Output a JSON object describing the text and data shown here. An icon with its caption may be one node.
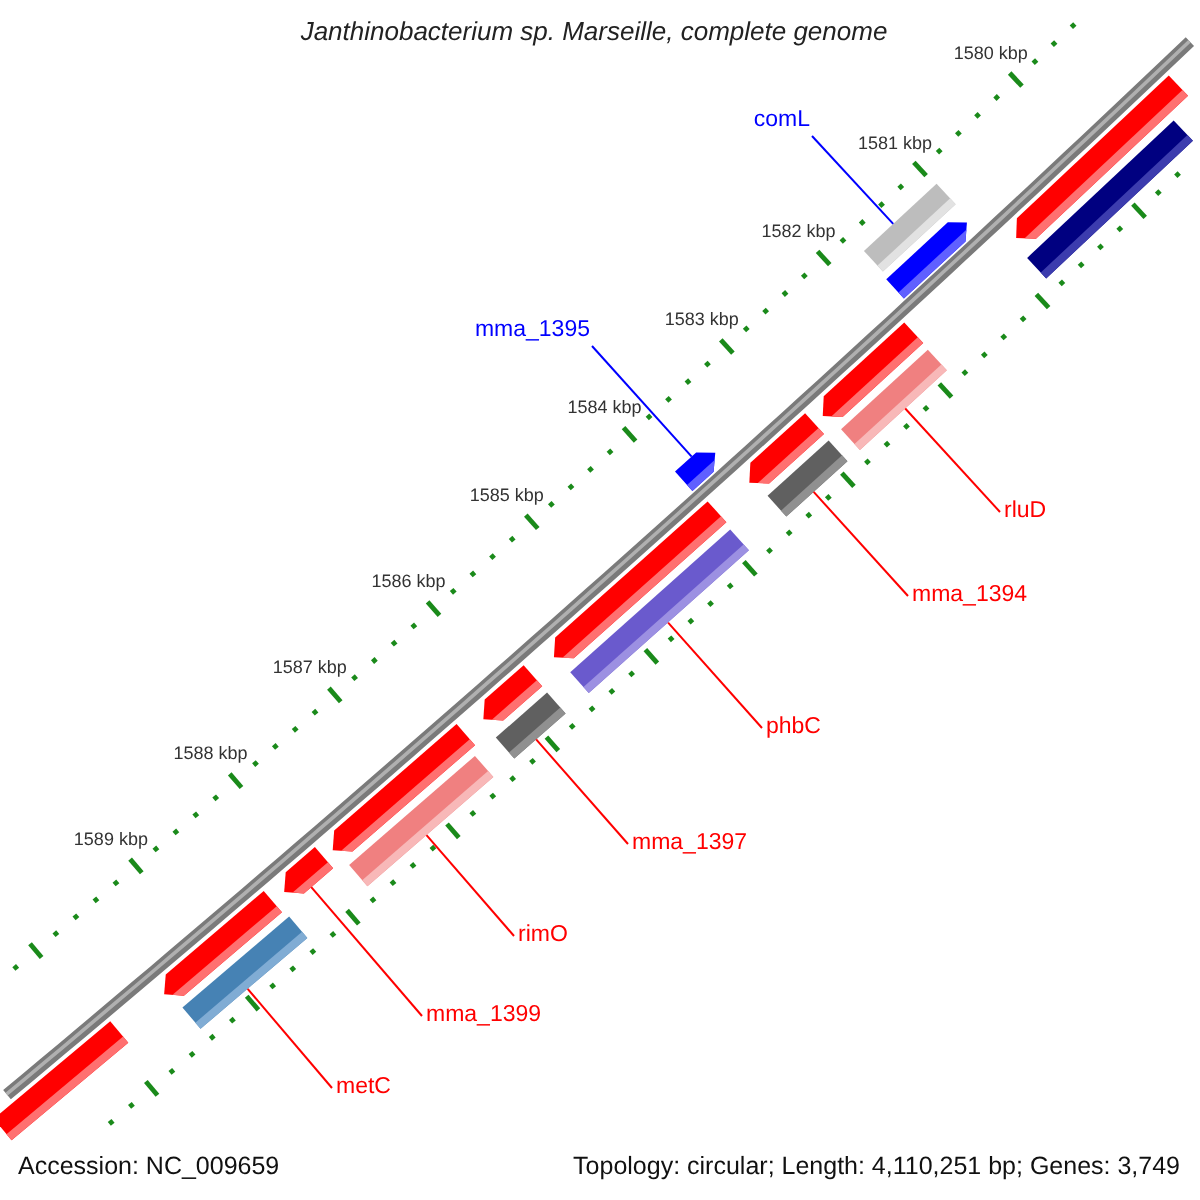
{
  "diagram": {
    "title": "Janthinobacterium sp. Marseille, complete genome",
    "nodes": [
      {
        "text": [
          "comL"
        ]
      },
      {
        "text": [],
        "shape": "bar"
      },
      {
        "text": [],
        "shape": "bar"
      },
      {
        "text": [],
        "shape": "bar"
      },
      {
        "text": [],
        "shape": "bar"
      },
      {
        "text": [
          "mma_1395"
        ]
      },
      {
        "text": [],
        "shape": "bar"
      },
      {
        "text": [],
        "shape": "bar"
      },
      {
        "text": [],
        "shape": "bar"
      },
      {
        "text": [
          "rluD"
        ]
      },
      {
        "text": [],
        "shape": "bar"
      },
      {
        "text": [],
        "shape": "bar"
      },
      {
        "text": [
          "mma_1394"
        ]
      },
      {
        "text": [],
        "shape": "bar"
      },
      {
        "text": [],
        "shape": "bar"
      },
      {
        "text": [
          "phbC"
        ]
      },
      {
        "text": [],
        "shape": "bar"
      },
      {
        "text": [],
        "shape": "bar"
      },
      {
        "text": [
          "mma_1397"
        ]
      },
      {
        "text": [],
        "shape": "bar"
      },
      {
        "text": [],
        "shape": "bar"
      },
      {
        "text": [
          "rimO"
        ]
      },
      {
        "text": [],
        "shape": "bar"
      },
      {
        "text": [
          "mma_1399"
        ]
      },
      {
        "text": [],
        "shape": "bar"
      },
      {
        "text": [],
        "shape": "bar"
      },
      {
        "text": [
          "metC"
        ]
      },
      {
        "text": [],
        "shape": "bar"
      }
    ],
    "edges": [
      {
        "from": 0,
        "to": 1,
        "arrow": "none",
        "color": "#0000ff"
      },
      {
        "from": 5,
        "to": 6,
        "arrow": "none",
        "color": "#0000ff"
      },
      {
        "from": 9,
        "to": 8,
        "arrow": "none"
      },
      {
        "from": 12,
        "to": 11,
        "arrow": "none"
      },
      {
        "from": 15,
        "to": 14,
        "arrow": "none"
      },
      {
        "from": 18,
        "to": 17,
        "arrow": "none"
      },
      {
        "from": 21,
        "to": 20,
        "arrow": "none"
      },
      {
        "from": 23,
        "to": 22,
        "arrow": "none"
      },
      {
        "from": 26,
        "to": 25,
        "arrow": "none"
      }
    ],
    "labels": [
      "1580 kbp",
      "1581 kbp",
      "1582 kbp",
      "1583 kbp",
      "1584 kbp",
      "1585 kbp",
      "1586 kbp",
      "1587 kbp",
      "1588 kbp",
      "1589 kbp",
      "Accession: NC_009659",
      "Topology: circular; Length: 4,110,251 bp; Genes: 3,749"
    ]
  }
}
